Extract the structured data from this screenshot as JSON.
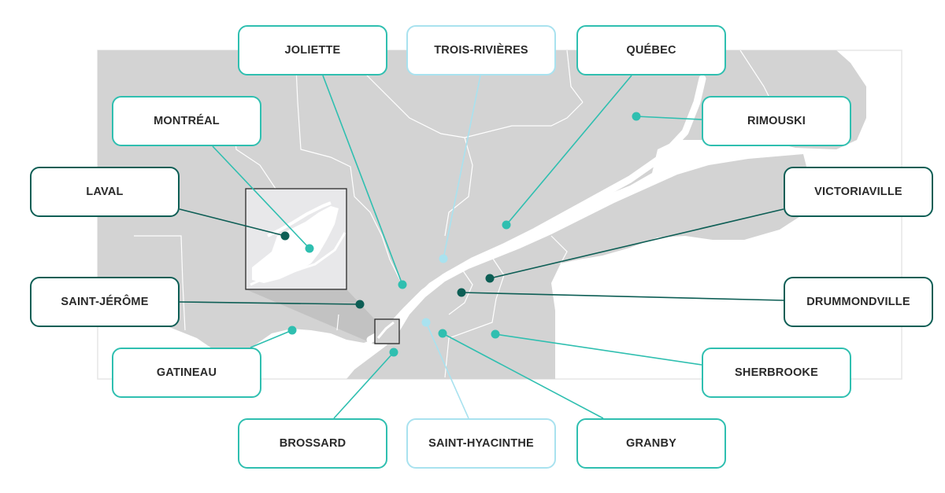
{
  "colors": {
    "land": "#d3d3d3",
    "land_dark": "#bdbdbd",
    "water": "#ffffff",
    "border_line": "#ffffff",
    "light": "#a9e2ef",
    "teal": "#2fbfb0",
    "dark": "#0d5e55"
  },
  "cities": [
    {
      "id": "joliette",
      "label": "JOLIETTE",
      "color": "teal"
    },
    {
      "id": "trois-rivieres",
      "label": "TROIS-RIVIÈRES",
      "color": "light"
    },
    {
      "id": "quebec",
      "label": "QUÉBEC",
      "color": "teal"
    },
    {
      "id": "montreal",
      "label": "MONTRÉAL",
      "color": "teal"
    },
    {
      "id": "rimouski",
      "label": "RIMOUSKI",
      "color": "teal"
    },
    {
      "id": "laval",
      "label": "LAVAL",
      "color": "dark"
    },
    {
      "id": "victoriaville",
      "label": "VICTORIAVILLE",
      "color": "dark"
    },
    {
      "id": "saint-jerome",
      "label": "SAINT-JÉRÔME",
      "color": "dark"
    },
    {
      "id": "drummondville",
      "label": "DRUMMONDVILLE",
      "color": "dark"
    },
    {
      "id": "gatineau",
      "label": "GATINEAU",
      "color": "teal"
    },
    {
      "id": "sherbrooke",
      "label": "SHERBROOKE",
      "color": "teal"
    },
    {
      "id": "brossard",
      "label": "BROSSARD",
      "color": "teal"
    },
    {
      "id": "saint-hyacinthe",
      "label": "SAINT-HYACINTHE",
      "color": "light"
    },
    {
      "id": "granby",
      "label": "GRANBY",
      "color": "teal"
    }
  ]
}
